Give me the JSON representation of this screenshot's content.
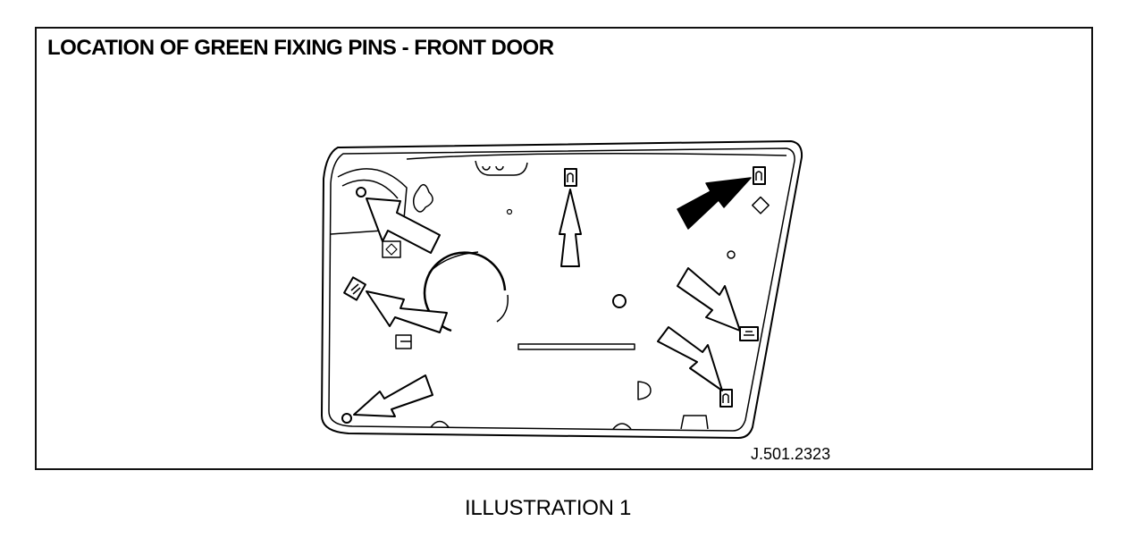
{
  "figure": {
    "title": "LOCATION OF GREEN FIXING PINS  - FRONT DOOR",
    "reference": "J.501.2323",
    "caption": "ILLUSTRATION 1"
  },
  "diagram": {
    "subject": "front door inner panel",
    "pin_count": 7,
    "arrow_color": "#000000"
  }
}
